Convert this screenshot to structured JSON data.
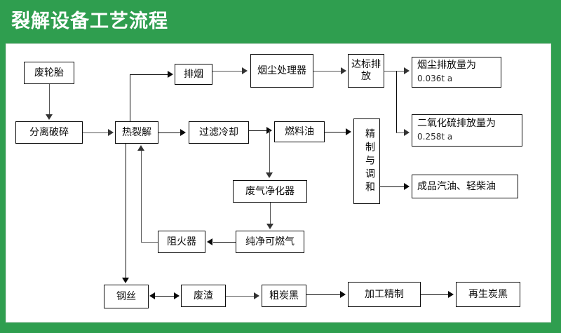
{
  "header": {
    "title": "裂解设备工艺流程",
    "bg_color": "#2f9e4f",
    "title_color": "#ffffff"
  },
  "canvas": {
    "bg_color": "#ffffff",
    "border_color": "#e2e2e2"
  },
  "nodes": {
    "waste_tire": {
      "label": "废轮胎"
    },
    "separate_crush": {
      "label": "分离破碎"
    },
    "pyrolysis": {
      "label": "热裂解"
    },
    "flue_gas": {
      "label": "排烟"
    },
    "dust_treater": {
      "label": "烟尘处理器"
    },
    "std_emission": {
      "label": "达标排放"
    },
    "dust_emission": {
      "label": "烟尘排放量为",
      "value": "0.036t a"
    },
    "so2_emission": {
      "label": "二氧化硫排放量为",
      "value": "0.258t a"
    },
    "filter_cool": {
      "label": "过滤冷却"
    },
    "fuel_oil": {
      "label": "燃料油"
    },
    "refine_blend": {
      "label": "精制与调和"
    },
    "gasoline_diesel": {
      "label": "成品汽油、轻柴油"
    },
    "exhaust_purifier": {
      "label": "废气净化器"
    },
    "clean_gas": {
      "label": "纯净可燃气"
    },
    "flame_arrester": {
      "label": "阻火器"
    },
    "steel_wire": {
      "label": "钢丝"
    },
    "slag": {
      "label": "废渣"
    },
    "crude_carbon": {
      "label": "粗炭黑"
    },
    "processing": {
      "label": "加工精制"
    },
    "recycled_carbon": {
      "label": "再生炭黑"
    }
  },
  "edges": [
    {
      "from": "waste_tire",
      "to": "separate_crush",
      "style": "down"
    },
    {
      "from": "separate_crush",
      "to": "pyrolysis",
      "style": "right"
    },
    {
      "from": "pyrolysis",
      "to": "flue_gas",
      "style": "up-right"
    },
    {
      "from": "flue_gas",
      "to": "dust_treater",
      "style": "right"
    },
    {
      "from": "dust_treater",
      "to": "std_emission",
      "style": "right"
    },
    {
      "from": "std_emission",
      "to": "dust_emission",
      "style": "right"
    },
    {
      "from": "std_emission",
      "to": "so2_emission",
      "style": "right-down-right"
    },
    {
      "from": "pyrolysis",
      "to": "filter_cool",
      "style": "right"
    },
    {
      "from": "filter_cool",
      "to": "fuel_oil",
      "style": "right"
    },
    {
      "from": "filter_cool",
      "to": "exhaust_purifier",
      "style": "down"
    },
    {
      "from": "fuel_oil",
      "to": "refine_blend",
      "style": "right"
    },
    {
      "from": "refine_blend",
      "to": "gasoline_diesel",
      "style": "right"
    },
    {
      "from": "exhaust_purifier",
      "to": "clean_gas",
      "style": "down"
    },
    {
      "from": "clean_gas",
      "to": "flame_arrester",
      "style": "left"
    },
    {
      "from": "flame_arrester",
      "to": "pyrolysis",
      "style": "left-up"
    },
    {
      "from": "pyrolysis",
      "to": "steel_wire",
      "style": "down"
    },
    {
      "from": "steel_wire",
      "to": "slag",
      "style": "bidirectional"
    },
    {
      "from": "slag",
      "to": "crude_carbon",
      "style": "right"
    },
    {
      "from": "crude_carbon",
      "to": "processing",
      "style": "right"
    },
    {
      "from": "processing",
      "to": "recycled_carbon",
      "style": "right"
    }
  ]
}
